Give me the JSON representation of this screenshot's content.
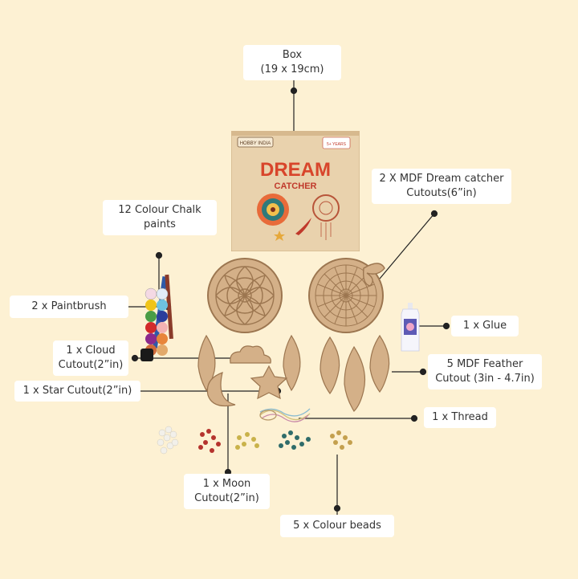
{
  "colors": {
    "background": "#fdf1d3",
    "label_bg": "#ffffff",
    "label_text": "#333333",
    "leader_line": "#222222",
    "wood": "#c9a57c",
    "wood_dark": "#9c7650",
    "box_title": "#d8452b",
    "box_subtitle": "#c0392b"
  },
  "box_art": {
    "brand": "HOBBY INDIA",
    "title": "DREAM",
    "subtitle": "CATCHER",
    "age_badge": "5+ YEARS"
  },
  "labels": {
    "box": [
      "Box",
      "(19 x 19cm)"
    ],
    "dream_catcher": [
      "2 X MDF Dream catcher",
      "Cutouts(6”in)"
    ],
    "chalk_paints": [
      "12 Colour Chalk",
      "paints"
    ],
    "paintbrush": [
      "2 x Paintbrush"
    ],
    "glue": [
      "1 x Glue"
    ],
    "cloud": [
      "1 x Cloud",
      "Cutout(2”in)"
    ],
    "feather": [
      "5 MDF Feather",
      "Cutout (3in - 4.7in)"
    ],
    "star": [
      "1 x Star Cutout(2”in)"
    ],
    "thread": [
      "1 x Thread"
    ],
    "moon": [
      "1 x Moon",
      "Cutout(2”in)"
    ],
    "beads": [
      "5 x Colour beads"
    ]
  }
}
